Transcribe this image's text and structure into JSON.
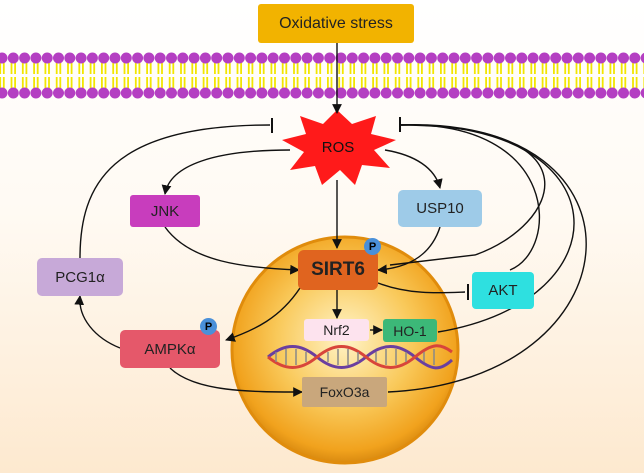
{
  "nodes": {
    "stress": "Oxidative stress",
    "ros": "ROS",
    "jnk": "JNK",
    "usp10": "USP10",
    "sirt6": "SIRT6",
    "pcg1a": "PCG1α",
    "akt": "AKT",
    "nrf2": "Nrf2",
    "ho1": "HO-1",
    "ampka": "AMPKα",
    "foxo3a": "FoxO3a"
  },
  "badges": {
    "sirt6_phospho": "P",
    "ampka_phospho": "P"
  },
  "colors": {
    "stress": "#f2b300",
    "ros": "#ff1a1a",
    "jnk": "#c83dbd",
    "usp10": "#9ecbe8",
    "sirt6": "#e0641f",
    "pcg1a": "#c7a9d8",
    "akt": "#2ee0e0",
    "nrf2": "#fde3ee",
    "ho1": "#3cb878",
    "ampka": "#e5586a",
    "foxo3a": "#c9a77c",
    "nucleus": "#f2a01c",
    "membrane_head": "#b43fc2",
    "membrane_tail": "#f2e600"
  }
}
